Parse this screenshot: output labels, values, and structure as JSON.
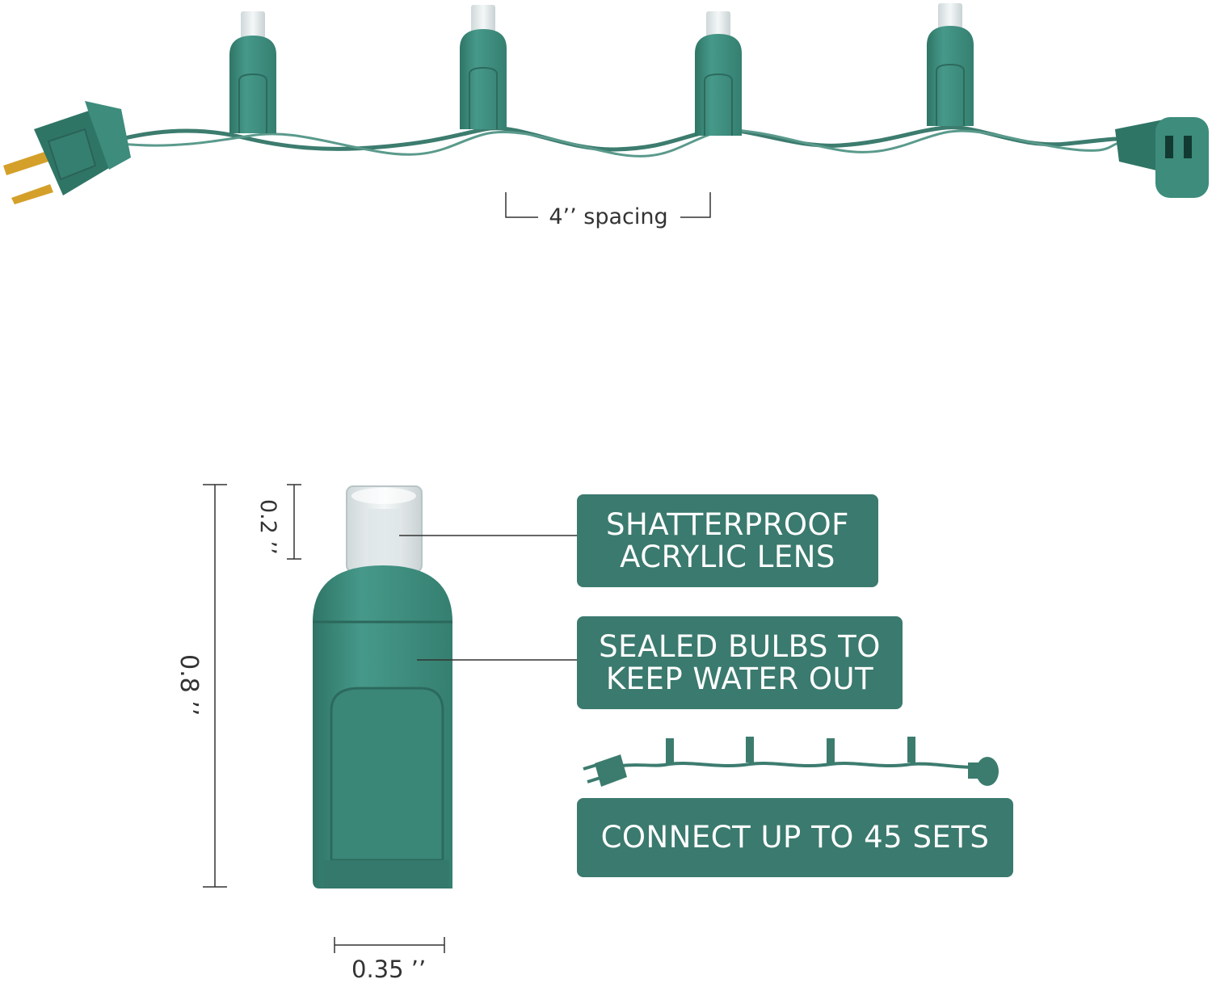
{
  "colors": {
    "housing": "#3d8c7c",
    "housing_dark": "#2f6f62",
    "housing_light": "#4fa290",
    "label_box": "#3b7a6e",
    "wire": "#3c7c6f",
    "plug_prong": "#d4a02a",
    "lens": "#e8eef0",
    "dimension_line": "#333333"
  },
  "top_strand": {
    "spacing_label": "4’’  spacing",
    "bulb_count": 4,
    "icons": [
      "male-plug-icon",
      "female-connector-icon",
      "led-bulb-icon"
    ]
  },
  "dimensions": {
    "lens_height": "0.2 ’’",
    "total_height": "0.8 ’’",
    "width": "0.35 ’’"
  },
  "features": [
    {
      "lines": [
        "SHATTERPROOF",
        "ACRYLIC LENS"
      ]
    },
    {
      "lines": [
        "SEALED BULBS TO",
        "KEEP WATER OUT"
      ]
    },
    {
      "lines": [
        "CONNECT UP TO 45 SETS"
      ]
    }
  ]
}
